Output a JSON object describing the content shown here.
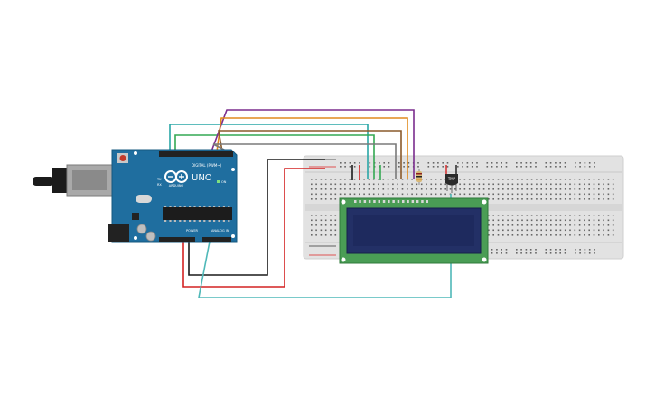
{
  "arduino": {
    "brand": "ARDUINO",
    "model": "UNO",
    "digital_label": "DIGITAL (PWM~)",
    "power_label": "POWER",
    "analog_label": "ANALOG IN",
    "tx_label": "TX",
    "rx_label": "RX",
    "on_label": "ON"
  },
  "lcd": {
    "screen_color": "#1e2a5e",
    "pcb_color": "#4a9d55"
  },
  "sensor": {
    "label": "TMP"
  },
  "wires": [
    {
      "name": "wire-teal-top",
      "color": "#2aa7a7"
    },
    {
      "name": "wire-green",
      "color": "#34a853"
    },
    {
      "name": "wire-purple",
      "color": "#7b2d8e"
    },
    {
      "name": "wire-orange",
      "color": "#e08a1e"
    },
    {
      "name": "wire-brown",
      "color": "#8a5a2b"
    },
    {
      "name": "wire-gray",
      "color": "#7a7a7a"
    },
    {
      "name": "wire-black-gnd",
      "color": "#1a1a1a"
    },
    {
      "name": "wire-red-5v",
      "color": "#d32222"
    },
    {
      "name": "wire-teal-analog",
      "color": "#4fb8b8"
    }
  ]
}
